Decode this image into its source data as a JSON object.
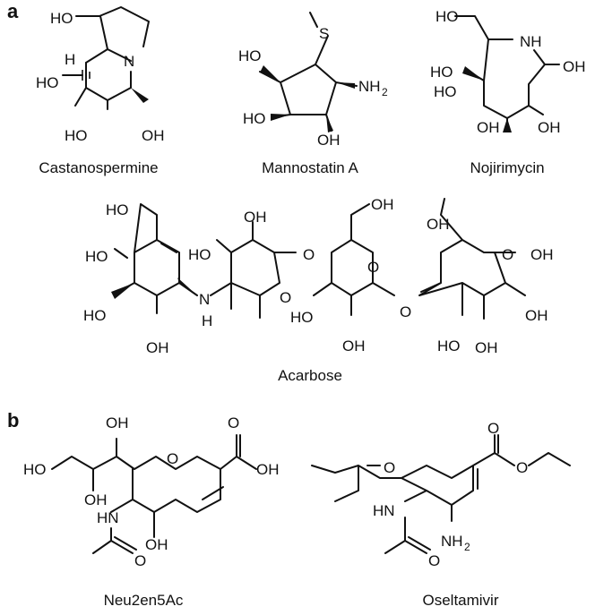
{
  "panels": {
    "a": "a",
    "b": "b"
  },
  "captions": {
    "castanospermine": "Castanospermine",
    "mannostatin": "Mannostatin A",
    "nojirimycin": "Nojirimycin",
    "acarbose": "Acarbose",
    "neu2en5ac": "Neu2en5Ac",
    "oseltamivir": "Oseltamivir"
  },
  "atoms": {
    "ho": "HO",
    "oh": "OH",
    "h": "H",
    "n": "N",
    "nh": "NH",
    "hn": "HN",
    "s": "S",
    "o": "O",
    "nh2": "NH",
    "sub2": "2"
  }
}
